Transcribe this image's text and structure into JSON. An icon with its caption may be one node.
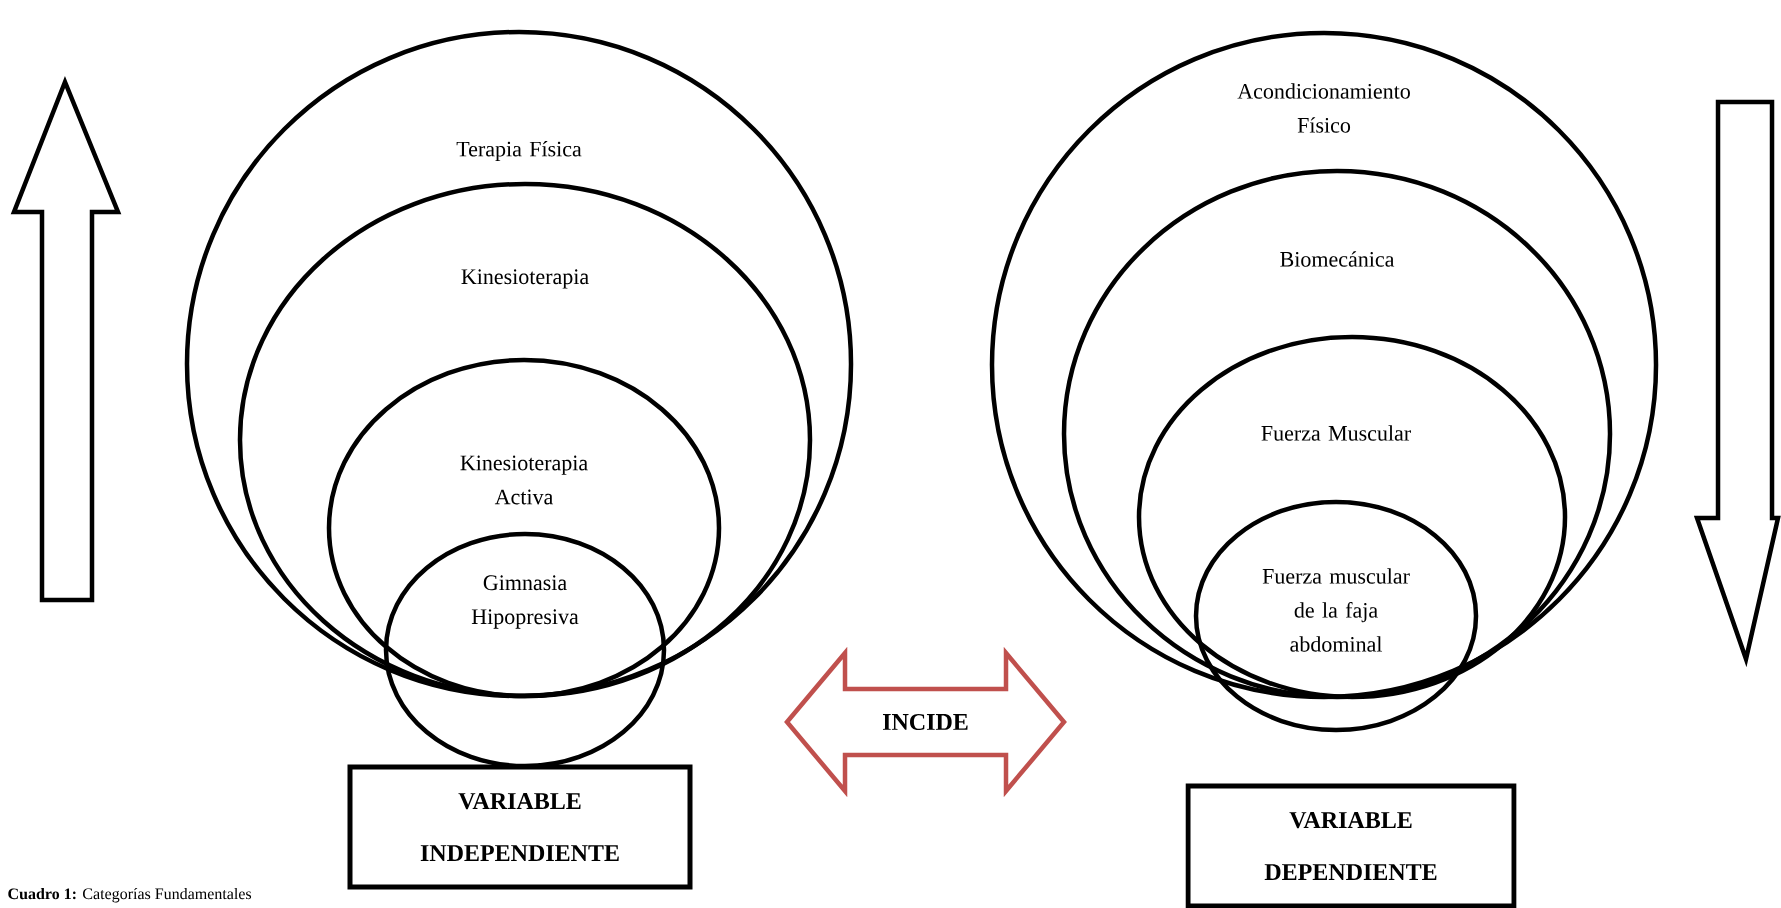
{
  "diagram": {
    "caption": "**Cuadro 1:** Categorías Fundamentales",
    "nodes": [
      {
        "text": [
          "Terapia Física"
        ]
      },
      {
        "text": [
          "Kinesioterapia"
        ],
        "in": 0
      },
      {
        "text": [
          "Kinesioterapia Activa"
        ],
        "in": 1
      },
      {
        "text": [
          "Gimnasia Hipopresiva"
        ]
      },
      {
        "text": [
          "VARIABLE INDEPENDIENTE"
        ]
      },
      {
        "text": [
          "Acondicionamiento Físico"
        ]
      },
      {
        "text": [
          "Biomecánica"
        ],
        "in": 5
      },
      {
        "text": [
          "Fuerza Muscular"
        ],
        "in": 6
      },
      {
        "text": [
          "Fuerza muscular de la faja abdominal"
        ]
      },
      {
        "text": [
          "VARIABLE DEPENDIENTE"
        ]
      }
    ],
    "edges": [
      {
        "from": 0,
        "to": 5,
        "arrow": "both",
        "label": "INCIDE",
        "color": "#c0504d"
      }
    ]
  }
}
